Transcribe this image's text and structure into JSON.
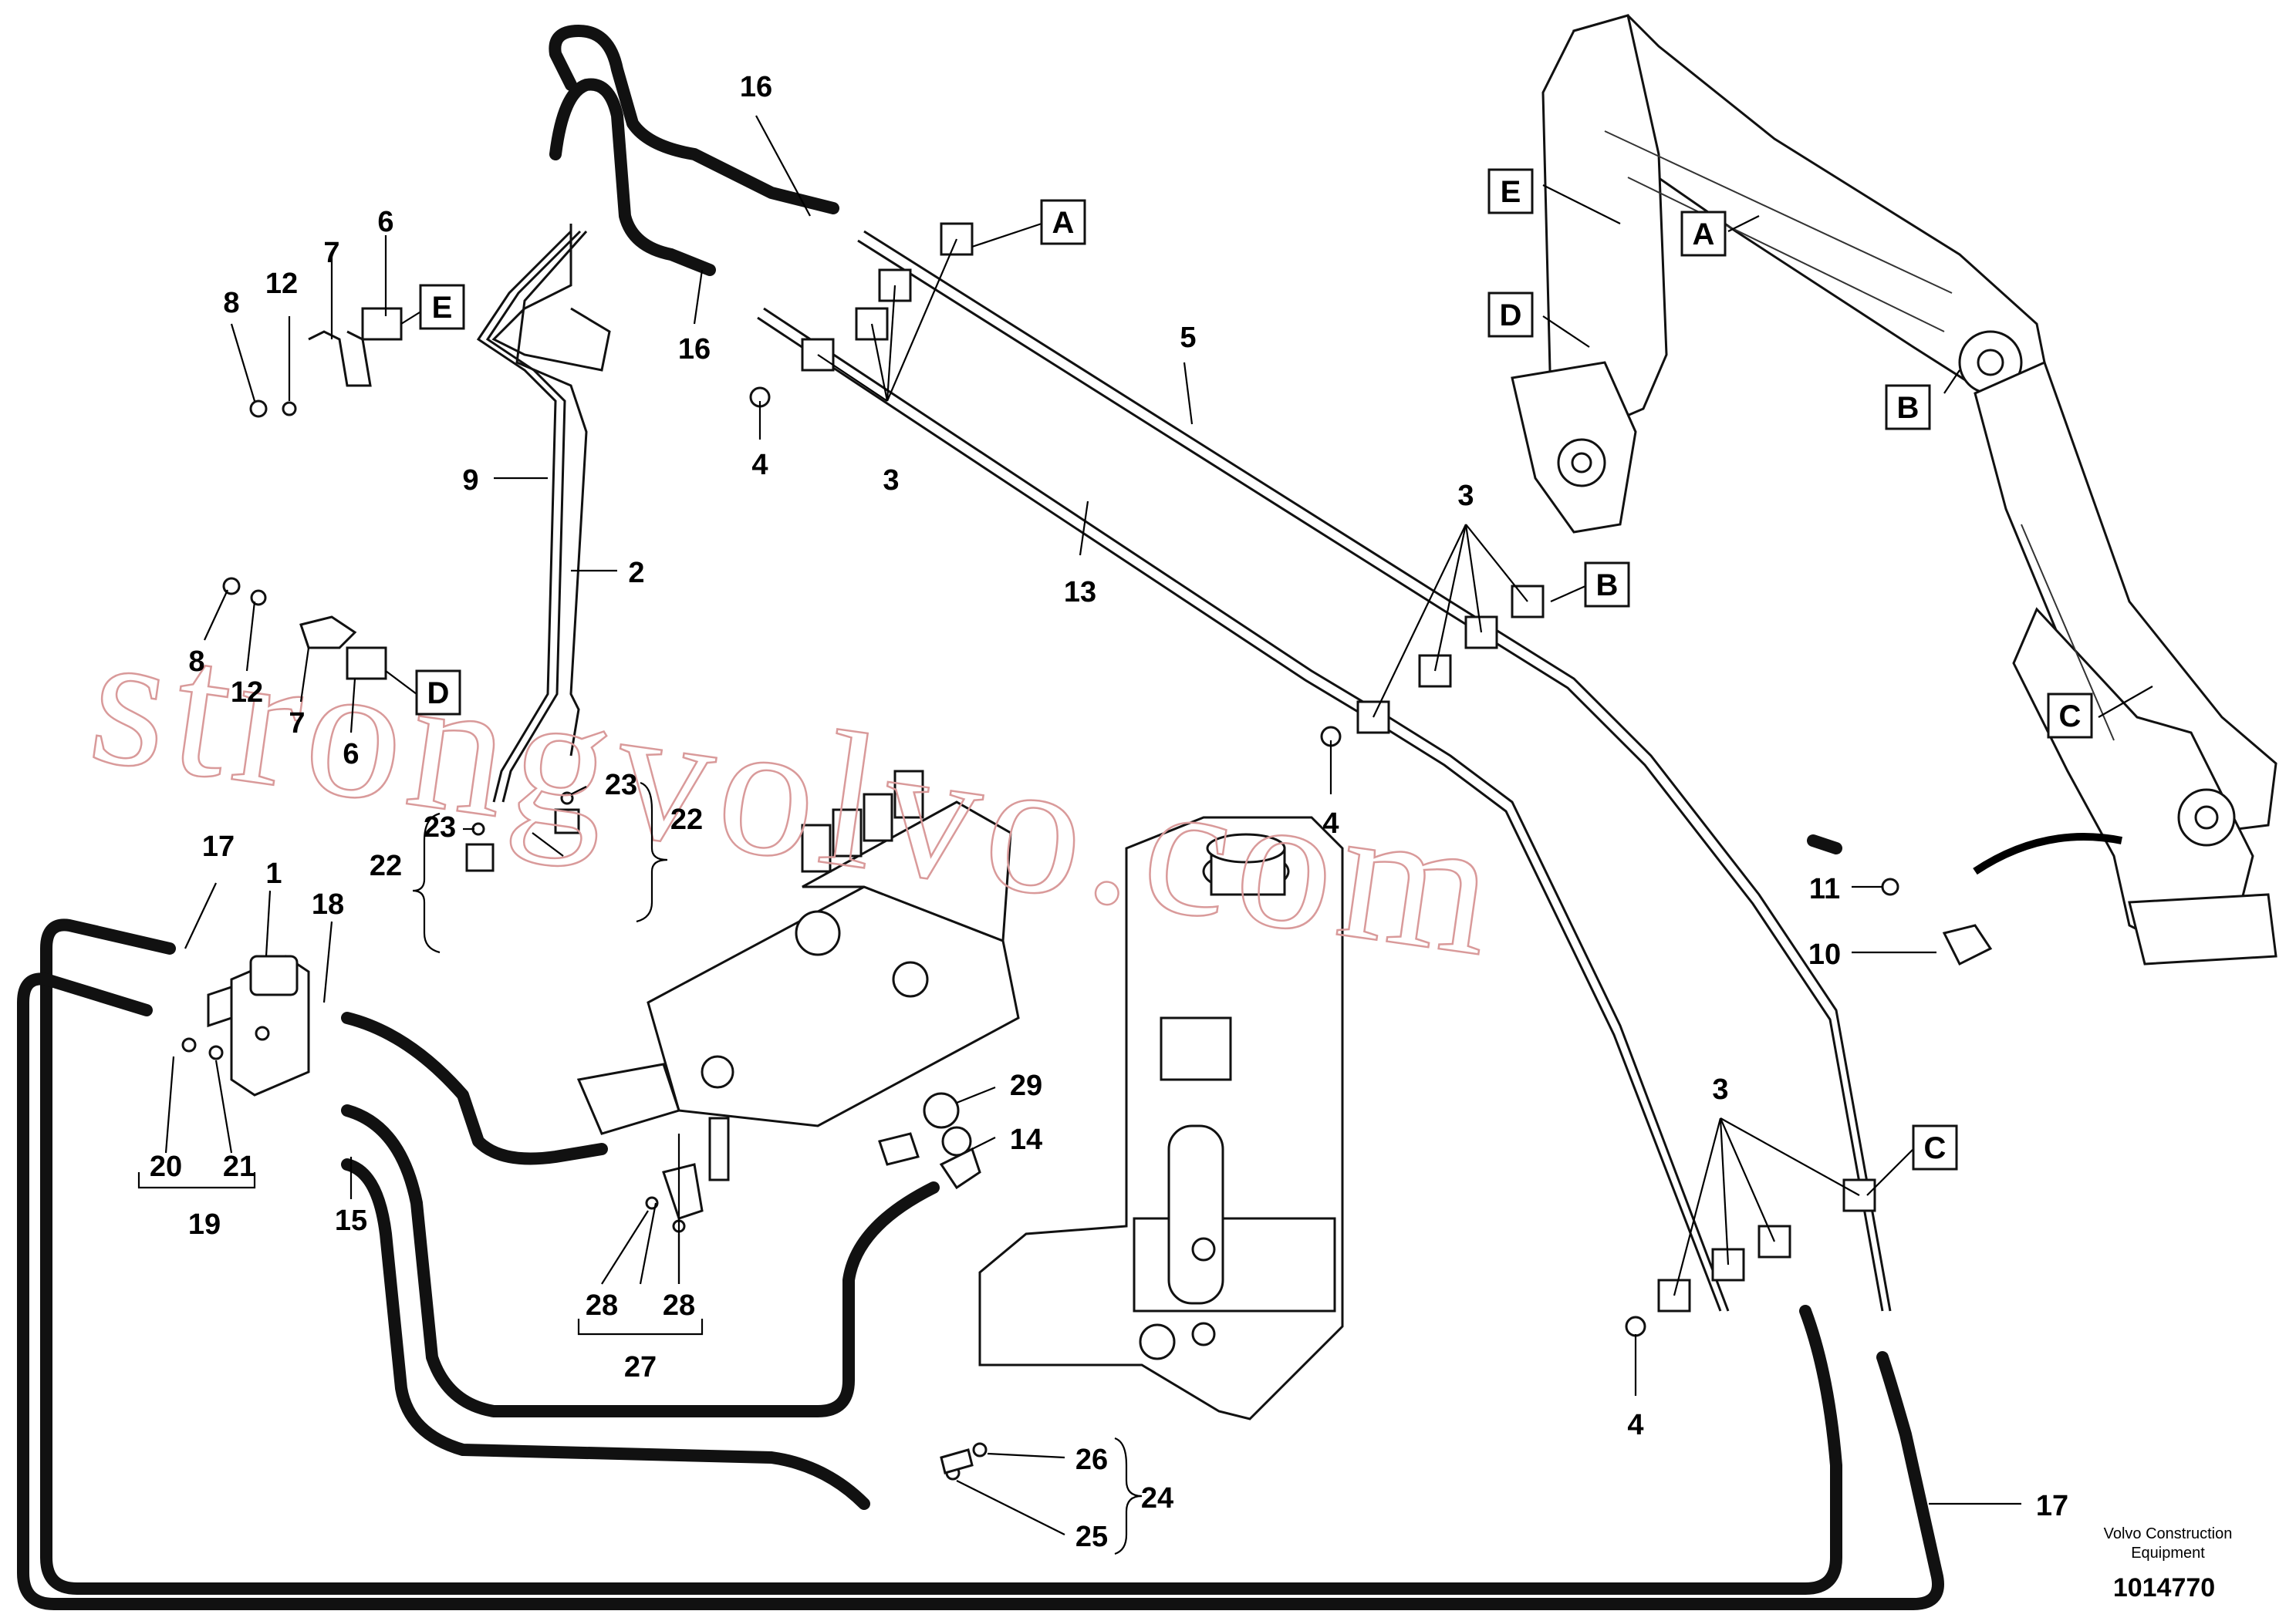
{
  "watermark": "strongvolvo.com",
  "caption": {
    "line1": "Volvo Construction",
    "line2": "Equipment",
    "doc_number": "1014770"
  },
  "ref_boxes": [
    "A",
    "B",
    "C",
    "D",
    "E"
  ],
  "callouts": {
    "c1": "1",
    "c2": "2",
    "c3": "3",
    "c4": "4",
    "c5": "5",
    "c6": "6",
    "c7": "7",
    "c8": "8",
    "c9": "9",
    "c10": "10",
    "c11": "11",
    "c12": "12",
    "c13": "13",
    "c14": "14",
    "c15": "15",
    "c16": "16",
    "c17": "17",
    "c18": "18",
    "c19": "19",
    "c20": "20",
    "c21": "21",
    "c22": "22",
    "c23": "23",
    "c24": "24",
    "c25": "25",
    "c26": "26",
    "c27": "27",
    "c28": "28",
    "c29": "29"
  }
}
